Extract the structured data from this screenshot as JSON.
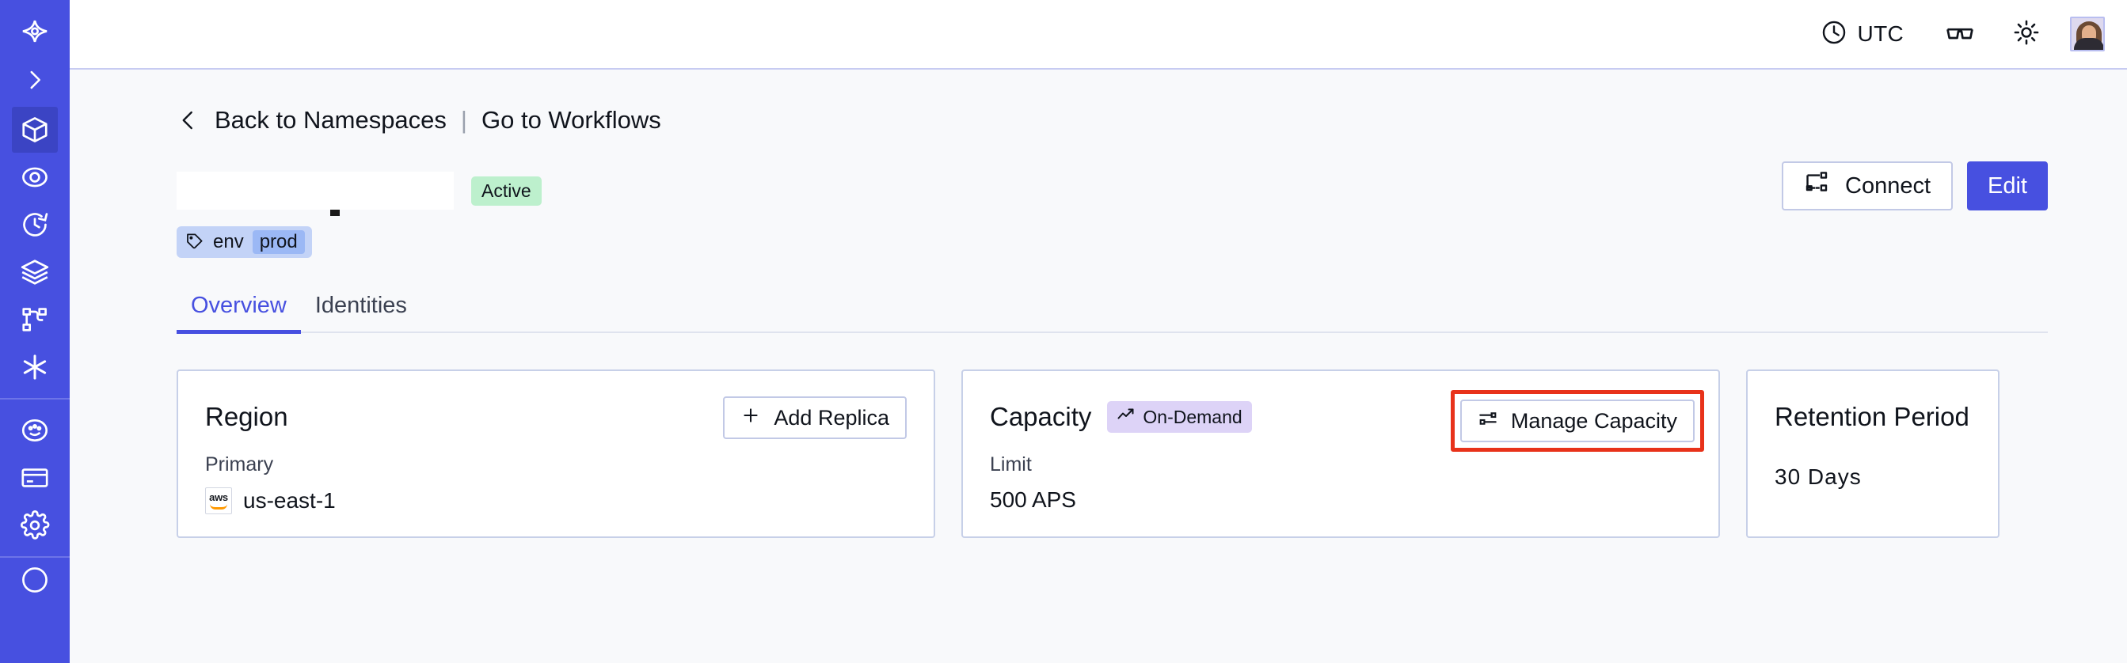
{
  "sidebar": {
    "logo_icon": "temporal-logo-icon",
    "expand_icon": "chevron-right-icon",
    "items": [
      {
        "icon": "cube-namespaces-icon",
        "name": "namespaces",
        "active": true
      },
      {
        "icon": "eye-observability-icon",
        "name": "observability",
        "active": false
      },
      {
        "icon": "clock-history-icon",
        "name": "history",
        "active": false
      },
      {
        "icon": "layers-stack-icon",
        "name": "layers",
        "active": false
      },
      {
        "icon": "workflow-branch-icon",
        "name": "workflows",
        "active": false
      },
      {
        "icon": "asterisk-icon",
        "name": "asterisk",
        "active": false
      }
    ],
    "items_secondary": [
      {
        "icon": "palette-theme-icon",
        "name": "theme"
      },
      {
        "icon": "credit-card-billing-icon",
        "name": "billing"
      },
      {
        "icon": "gear-settings-icon",
        "name": "settings"
      }
    ]
  },
  "topbar": {
    "timezone_icon": "clock-icon",
    "timezone_label": "UTC",
    "glasses_icon": "glasses-icon",
    "theme_icon": "sun-icon",
    "avatar": "user-avatar"
  },
  "breadcrumb": {
    "back_icon": "chevron-left-icon",
    "back_label": "Back to Namespaces",
    "separator": "|",
    "forward_label": "Go to Workflows"
  },
  "namespace": {
    "title": "",
    "status_badge": "Active",
    "tag": {
      "icon": "tag-icon",
      "key": "env",
      "value": "prod"
    }
  },
  "header_actions": {
    "connect_icon": "connect-nodes-icon",
    "connect_label": "Connect",
    "edit_label": "Edit"
  },
  "tabs": [
    {
      "label": "Overview",
      "active": true
    },
    {
      "label": "Identities",
      "active": false
    }
  ],
  "cards": {
    "region": {
      "title": "Region",
      "button_icon": "plus-icon",
      "button_label": "Add Replica",
      "sub_label": "Primary",
      "provider_icon": "aws-logo-icon",
      "provider_text": "aws",
      "value": "us-east-1"
    },
    "capacity": {
      "title": "Capacity",
      "badge_icon": "trending-up-icon",
      "badge_label": "On-Demand",
      "button_icon": "sliders-icon",
      "button_label": "Manage Capacity",
      "sub_label": "Limit",
      "value": "500 APS",
      "highlighted": true,
      "highlight_color": "#e8321a"
    },
    "retention": {
      "title": "Retention Period",
      "value": "30 Days"
    }
  },
  "theme": {
    "brand": "#4750e0",
    "background": "#f8f9fb",
    "active_badge_bg": "#bdf0cd",
    "ondemand_badge_bg": "#ddd3f7",
    "tag_bg": "#c3d3f7"
  }
}
